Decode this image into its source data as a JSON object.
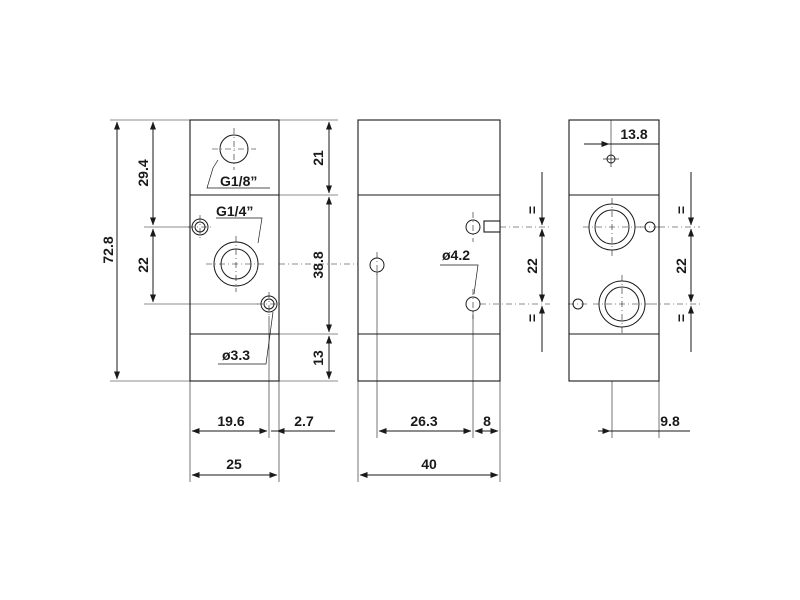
{
  "drawing": {
    "overall_height": "72.8",
    "upper_port_height": "29.4",
    "port_spacing_left": "22",
    "top_section": "21",
    "middle_section": "38.8",
    "bottom_section": "13",
    "port_g18": "G1/8”",
    "port_g14": "G1/4”",
    "hole_d33": "ø3.3",
    "hole_d42": "ø4.2",
    "width_19_6": "19.6",
    "width_2_7": "2.7",
    "width_25": "25",
    "width_26_3": "26.3",
    "width_8": "8",
    "width_40": "40",
    "port_spacing_mid": "22",
    "equal_mark": "=",
    "offset_13_8": "13.8",
    "port_spacing_right": "22",
    "offset_9_8": "9.8"
  }
}
